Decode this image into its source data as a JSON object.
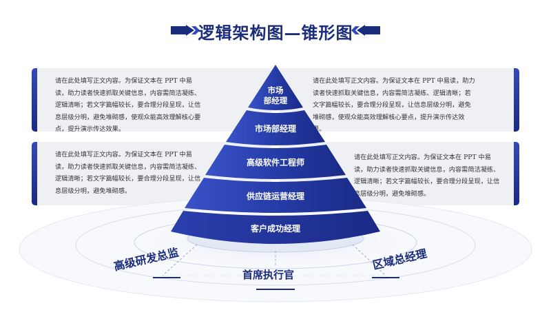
{
  "title": "逻辑架构图—锥形图",
  "colors": {
    "primary": "#1b2c7a",
    "accent": "#3448b8",
    "panel": "#eef0f4"
  },
  "panels": {
    "top_left": "请在此处填写正文内容。为保证文本在 PPT 中易读，助力读者快速抓取关键信息，内容需简洁凝练、逻辑清晰；若文字篇幅较长，要合理分段呈现，让信息层级分明，避免堆砌感，使观众能高效理解核心要点，提升演示传达效果。",
    "top_right": "请在此处填写正文内容。为保证文本在 PPT 中易读，助力读者快速抓取关键信息，内容需简洁凝练、逻辑清晰；若文字篇幅较长，要合理分段呈现，让信息层级分明，避免堆砌感，使观众能高效理解核心要点，提升演示传达效果。",
    "bottom_left": "请在此处填写正文内容。为保证文本在 PPT 中易读，助力读者快速抓取关键信息，内容需简洁凝练、逻辑清晰；若文字篇幅较长，要合理分段呈现，让信息层级分明，避免堆砌感。",
    "bottom_right": "请在此处填写正文内容。为保证文本在 PPT 中易读，助力读者快速抓取关键信息，内容需简洁凝练、逻辑清晰；若文字篇幅较长，要合理分段呈现，让信息层级分明，避免堆砌感。"
  },
  "tiers": [
    {
      "label": "市场\n部经理"
    },
    {
      "label": "市场部经理"
    },
    {
      "label": "高级软件工程师"
    },
    {
      "label": "供应链运营经理"
    },
    {
      "label": "客户成功经理"
    }
  ],
  "base_labels": {
    "left": "高级研发总监",
    "center": "首席执行官",
    "right": "区域总经理"
  }
}
